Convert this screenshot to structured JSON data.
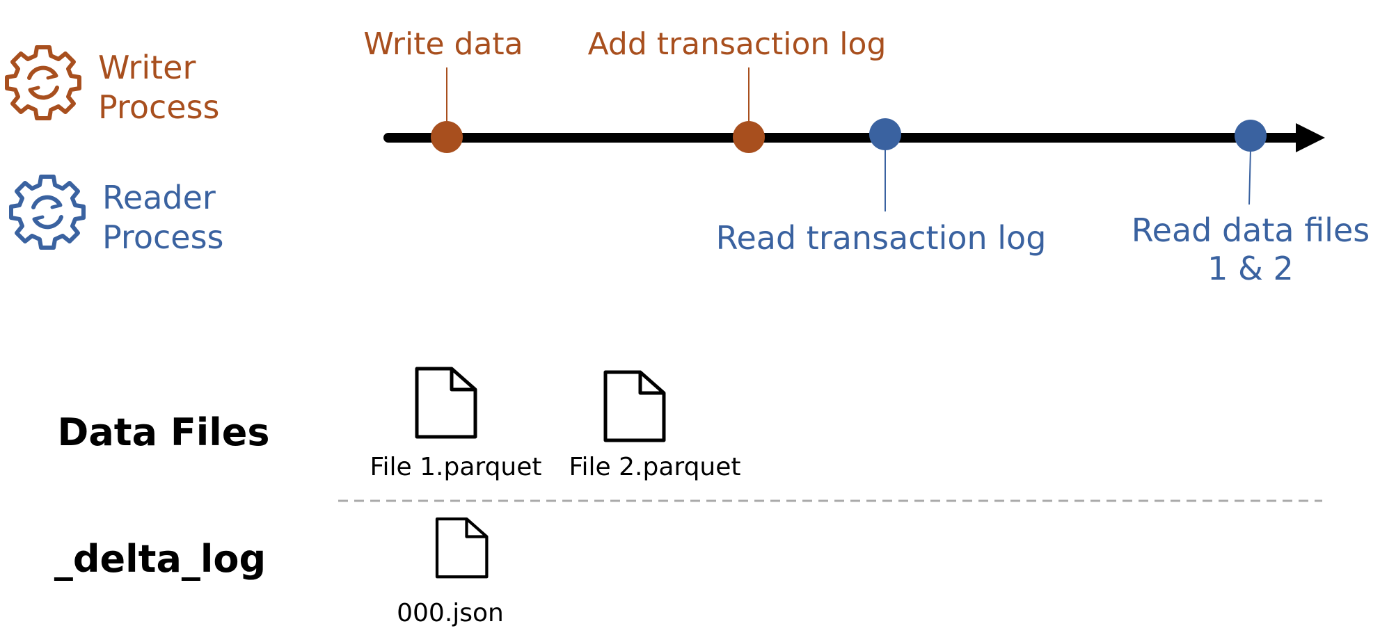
{
  "legend": {
    "writer_line1": "Writer",
    "writer_line2": "Process",
    "reader_line1": "Reader",
    "reader_line2": "Process"
  },
  "timeline": {
    "events": [
      {
        "label": "Write data",
        "process": "writer"
      },
      {
        "label": "Add transaction log",
        "process": "writer"
      },
      {
        "label": "Read transaction log",
        "process": "reader"
      },
      {
        "label_line1": "Read data files",
        "label_line2": "1 & 2",
        "process": "reader"
      }
    ]
  },
  "sections": {
    "data_files": "Data Files",
    "delta_log": "_delta_log"
  },
  "files": {
    "file1": "File 1.parquet",
    "file2": "File 2.parquet",
    "log0": "000.json"
  },
  "colors": {
    "writer": "#A84F1E",
    "reader": "#3A62A0",
    "axis": "#000000",
    "divider": "#AAAAAA"
  },
  "icons": {
    "writer": "gear-cycle-icon",
    "reader": "gear-cycle-icon",
    "file": "document-icon"
  }
}
